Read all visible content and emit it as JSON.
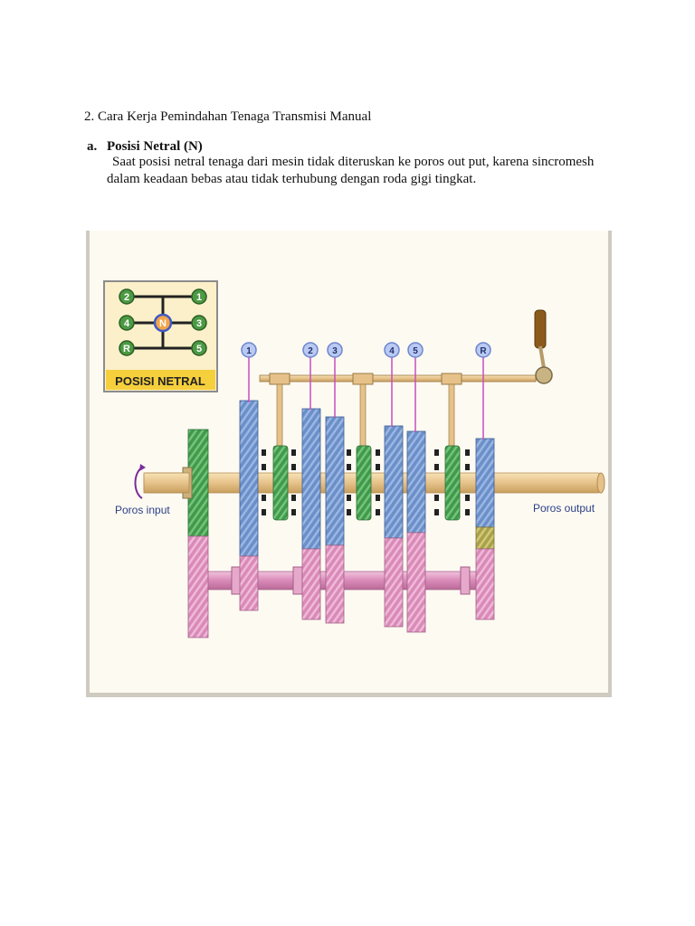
{
  "document": {
    "heading": "2. Cara Kerja Pemindahan Tenaga Transmisi Manual",
    "section_letter": "a.",
    "section_title": "Posisi Netral (N)",
    "paragraph_line1": "Saat posisi netral tenaga dari mesin tidak diteruskan ke poros out put, karena sincromesh",
    "paragraph_line2": "dalam keadaan bebas atau tidak terhubung dengan roda gigi tingkat."
  },
  "figure": {
    "shift_pattern": {
      "title": "POSISI NETRAL",
      "positions": [
        "2",
        "1",
        "4",
        "N",
        "3",
        "R",
        "5"
      ]
    },
    "gear_labels": [
      "1",
      "2",
      "3",
      "4",
      "5",
      "R"
    ],
    "input_label": "Poros input",
    "output_label": "Poros output",
    "colors": {
      "blue_gear": "#6a8fc9",
      "pink_gear": "#d98ab8",
      "green_gear": "#3f9a4a",
      "shaft": "#e6c28a",
      "label_circle": "#b9c9f2",
      "label_line": "#c64ec0"
    }
  }
}
